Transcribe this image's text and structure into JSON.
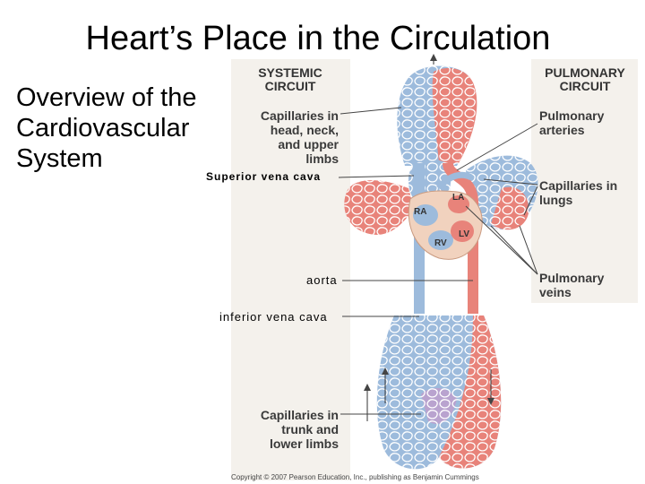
{
  "title": "Heart’s Place in the Circulation",
  "side_text": [
    "Overview of the",
    "Cardiovascular",
    "System"
  ],
  "panels": {
    "systemic": [
      "SYSTEMIC",
      "CIRCUIT"
    ],
    "pulmonary": [
      "PULMONARY",
      "CIRCUIT"
    ]
  },
  "labels": {
    "capillaries_head": [
      "Capillaries in",
      "head, neck,",
      "and upper",
      "limbs"
    ],
    "pulmonary_arteries": [
      "Pulmonary",
      "arteries"
    ],
    "capillaries_lungs": [
      "Capillaries in",
      "lungs"
    ],
    "pulmonary_veins": [
      "Pulmonary",
      "veins"
    ],
    "capillaries_trunk": [
      "Capillaries in",
      "trunk and",
      "lower limbs"
    ],
    "superior_vena_cava": "Superior vena cava",
    "aorta": "aorta",
    "inferior_vena_cava": "inferior vena cava"
  },
  "chambers": {
    "la": "LA",
    "ra": "RA",
    "rv": "RV",
    "lv": "LV"
  },
  "copyright": "Copyright © 2007 Pearson Education, Inc., publishing as Benjamin Cummings",
  "colors": {
    "oxygenated": "#e8837a",
    "deoxygenated": "#9dbbdc",
    "mixed": "#b9a3cf",
    "heart": "#f1d2be",
    "panel": "#f4f1ec",
    "leader": "#444444"
  }
}
